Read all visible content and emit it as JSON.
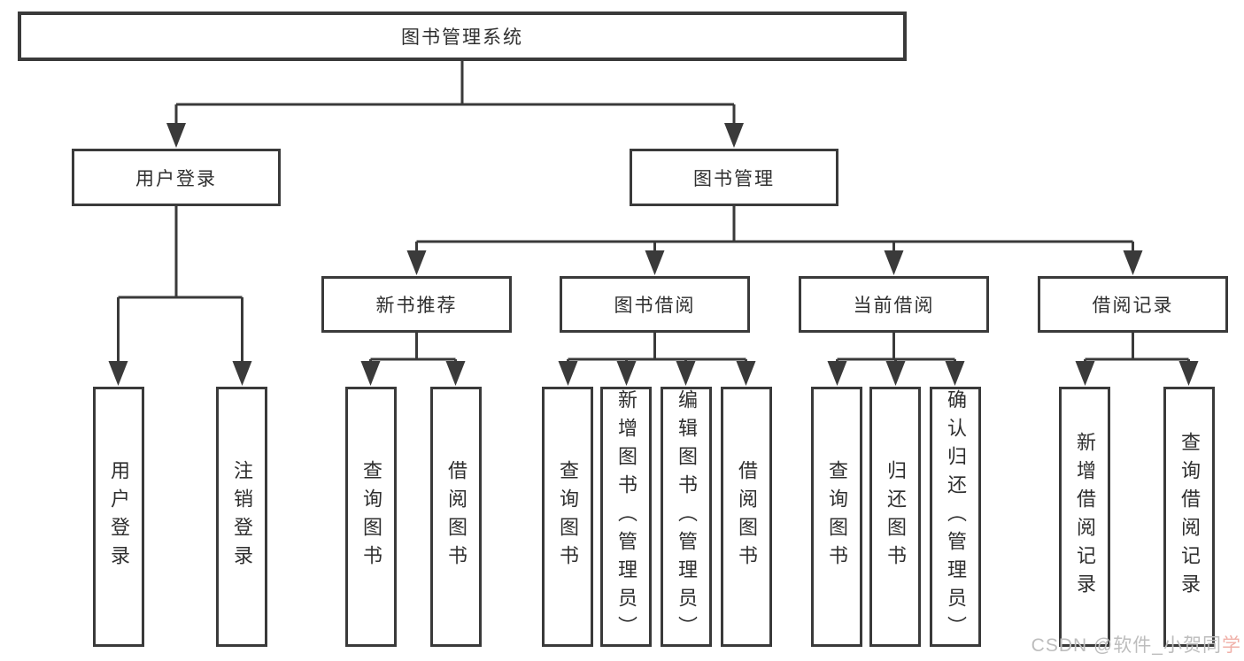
{
  "nodes": {
    "root": "图书管理系统",
    "level1": [
      "用户登录",
      "图书管理"
    ],
    "level2": [
      "新书推荐",
      "图书借阅",
      "当前借阅",
      "借阅记录"
    ],
    "leaves": [
      "用户登录",
      "注销登录",
      "查询图书",
      "借阅图书",
      "查询图书",
      "新增图书（管理员）",
      "编辑图书（管理员）",
      "借阅图书",
      "查询图书",
      "归还图书",
      "确认归还（管理员）",
      "新增借阅记录",
      "查询借阅记录"
    ]
  },
  "watermark": {
    "prefix": "CSDN @软件_小贺同",
    "accent": "学"
  },
  "colors": {
    "line": "#3a3a3a",
    "text": "#2f2f2f",
    "background": "#ffffff",
    "watermark_gray": "#bdbdbd",
    "watermark_accent": "#f0b0a8"
  }
}
